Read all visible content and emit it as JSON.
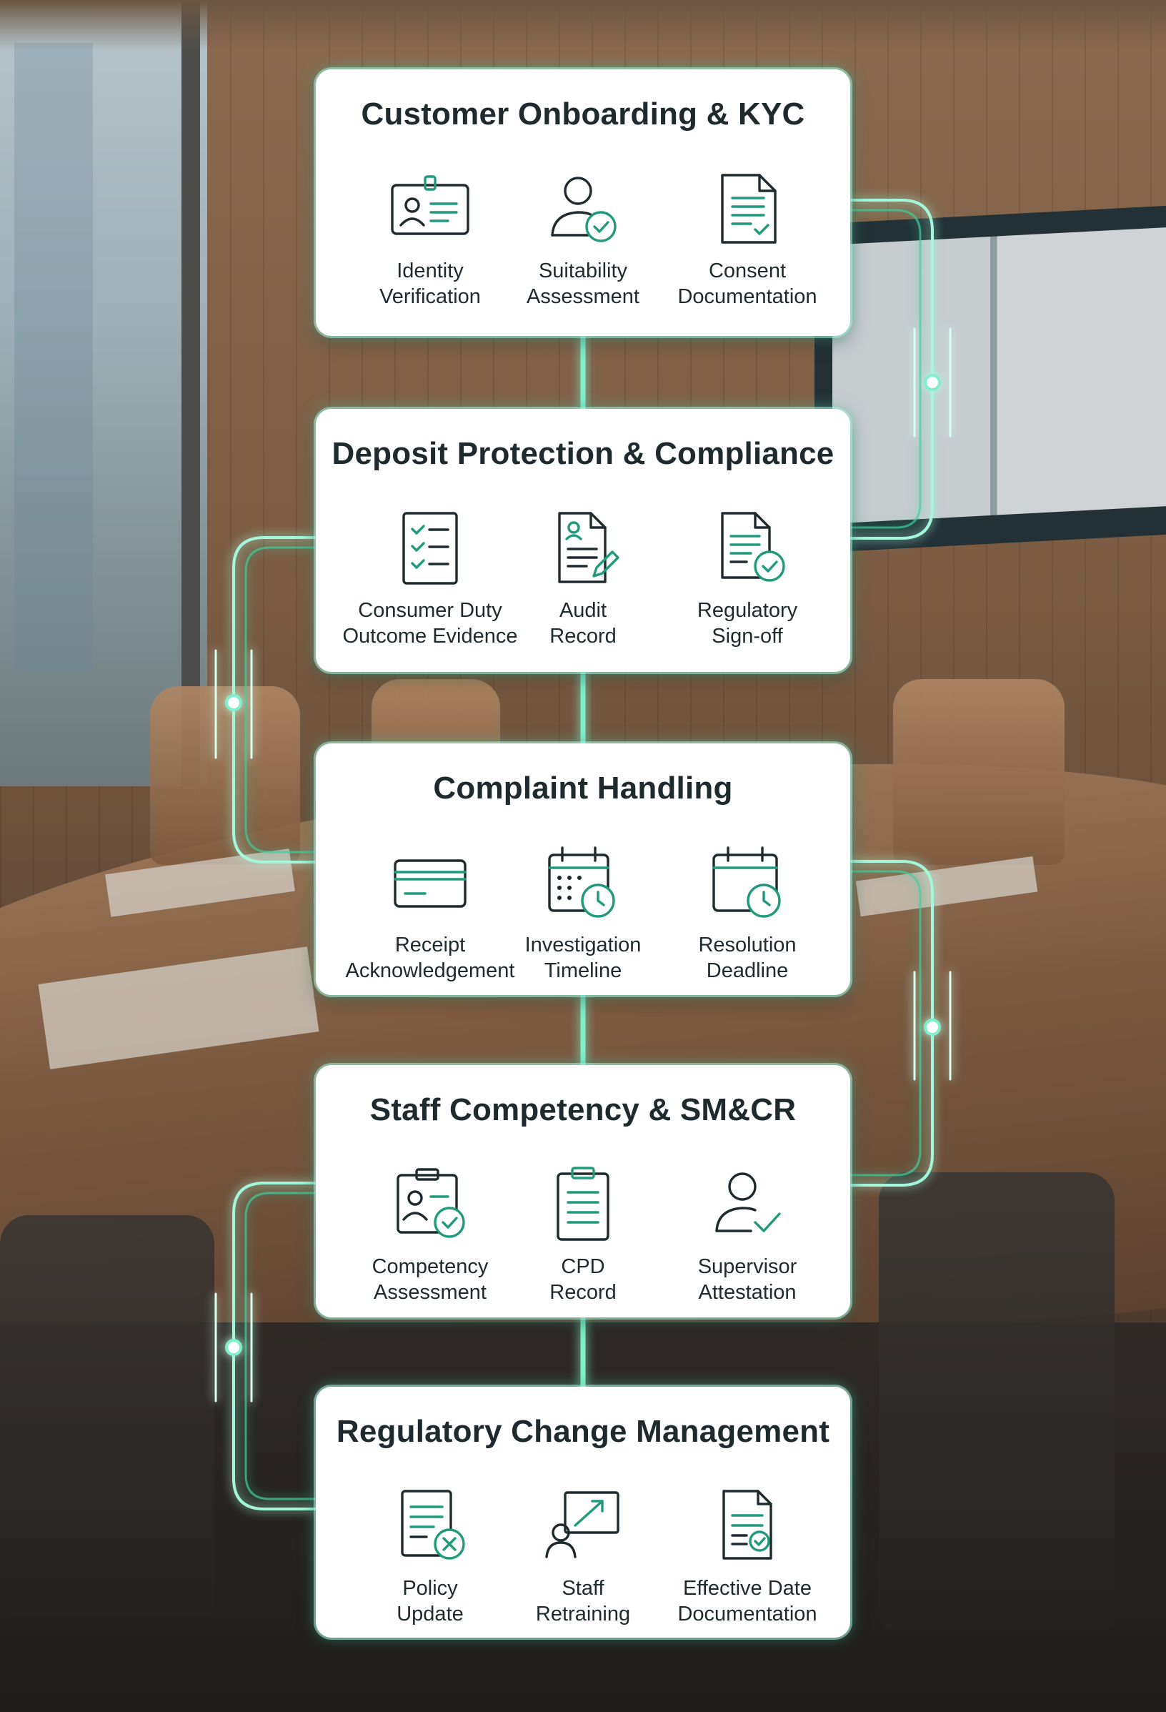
{
  "theme": {
    "accent": "#1f9a7a",
    "glow": "#5fe3b8",
    "card_bg": "#ffffff",
    "text": "#1f2a2e"
  },
  "stages": [
    {
      "title": "Customer Onboarding & KYC",
      "items": [
        {
          "label": "Identity\nVerification",
          "icon": "id-card-icon"
        },
        {
          "label": "Suitability\nAssessment",
          "icon": "user-check-icon"
        },
        {
          "label": "Consent\nDocumentation",
          "icon": "document-check-icon"
        }
      ]
    },
    {
      "title": "Deposit Protection & Compliance",
      "items": [
        {
          "label": "Consumer Duty\nOutcome Evidence",
          "icon": "checklist-icon"
        },
        {
          "label": "Audit\nRecord",
          "icon": "document-edit-icon"
        },
        {
          "label": "Regulatory\nSign-off",
          "icon": "document-approved-icon"
        }
      ]
    },
    {
      "title": "Complaint Handling",
      "items": [
        {
          "label": "Receipt\nAcknowledgement",
          "icon": "card-icon"
        },
        {
          "label": "Investigation\nTimeline",
          "icon": "calendar-clock-icon"
        },
        {
          "label": "Resolution\nDeadline",
          "icon": "calendar-deadline-icon"
        }
      ]
    },
    {
      "title": "Staff Competency & SM&CR",
      "items": [
        {
          "label": "Competency\nAssessment",
          "icon": "clipboard-user-check-icon"
        },
        {
          "label": "CPD\nRecord",
          "icon": "clipboard-list-icon"
        },
        {
          "label": "Supervisor\nAttestation",
          "icon": "user-tick-icon"
        }
      ]
    },
    {
      "title": "Regulatory Change Management",
      "items": [
        {
          "label": "Policy\nUpdate",
          "icon": "document-x-icon"
        },
        {
          "label": "Staff\nRetraining",
          "icon": "presentation-icon"
        },
        {
          "label": "Effective Date\nDocumentation",
          "icon": "document-badge-icon"
        }
      ]
    }
  ]
}
